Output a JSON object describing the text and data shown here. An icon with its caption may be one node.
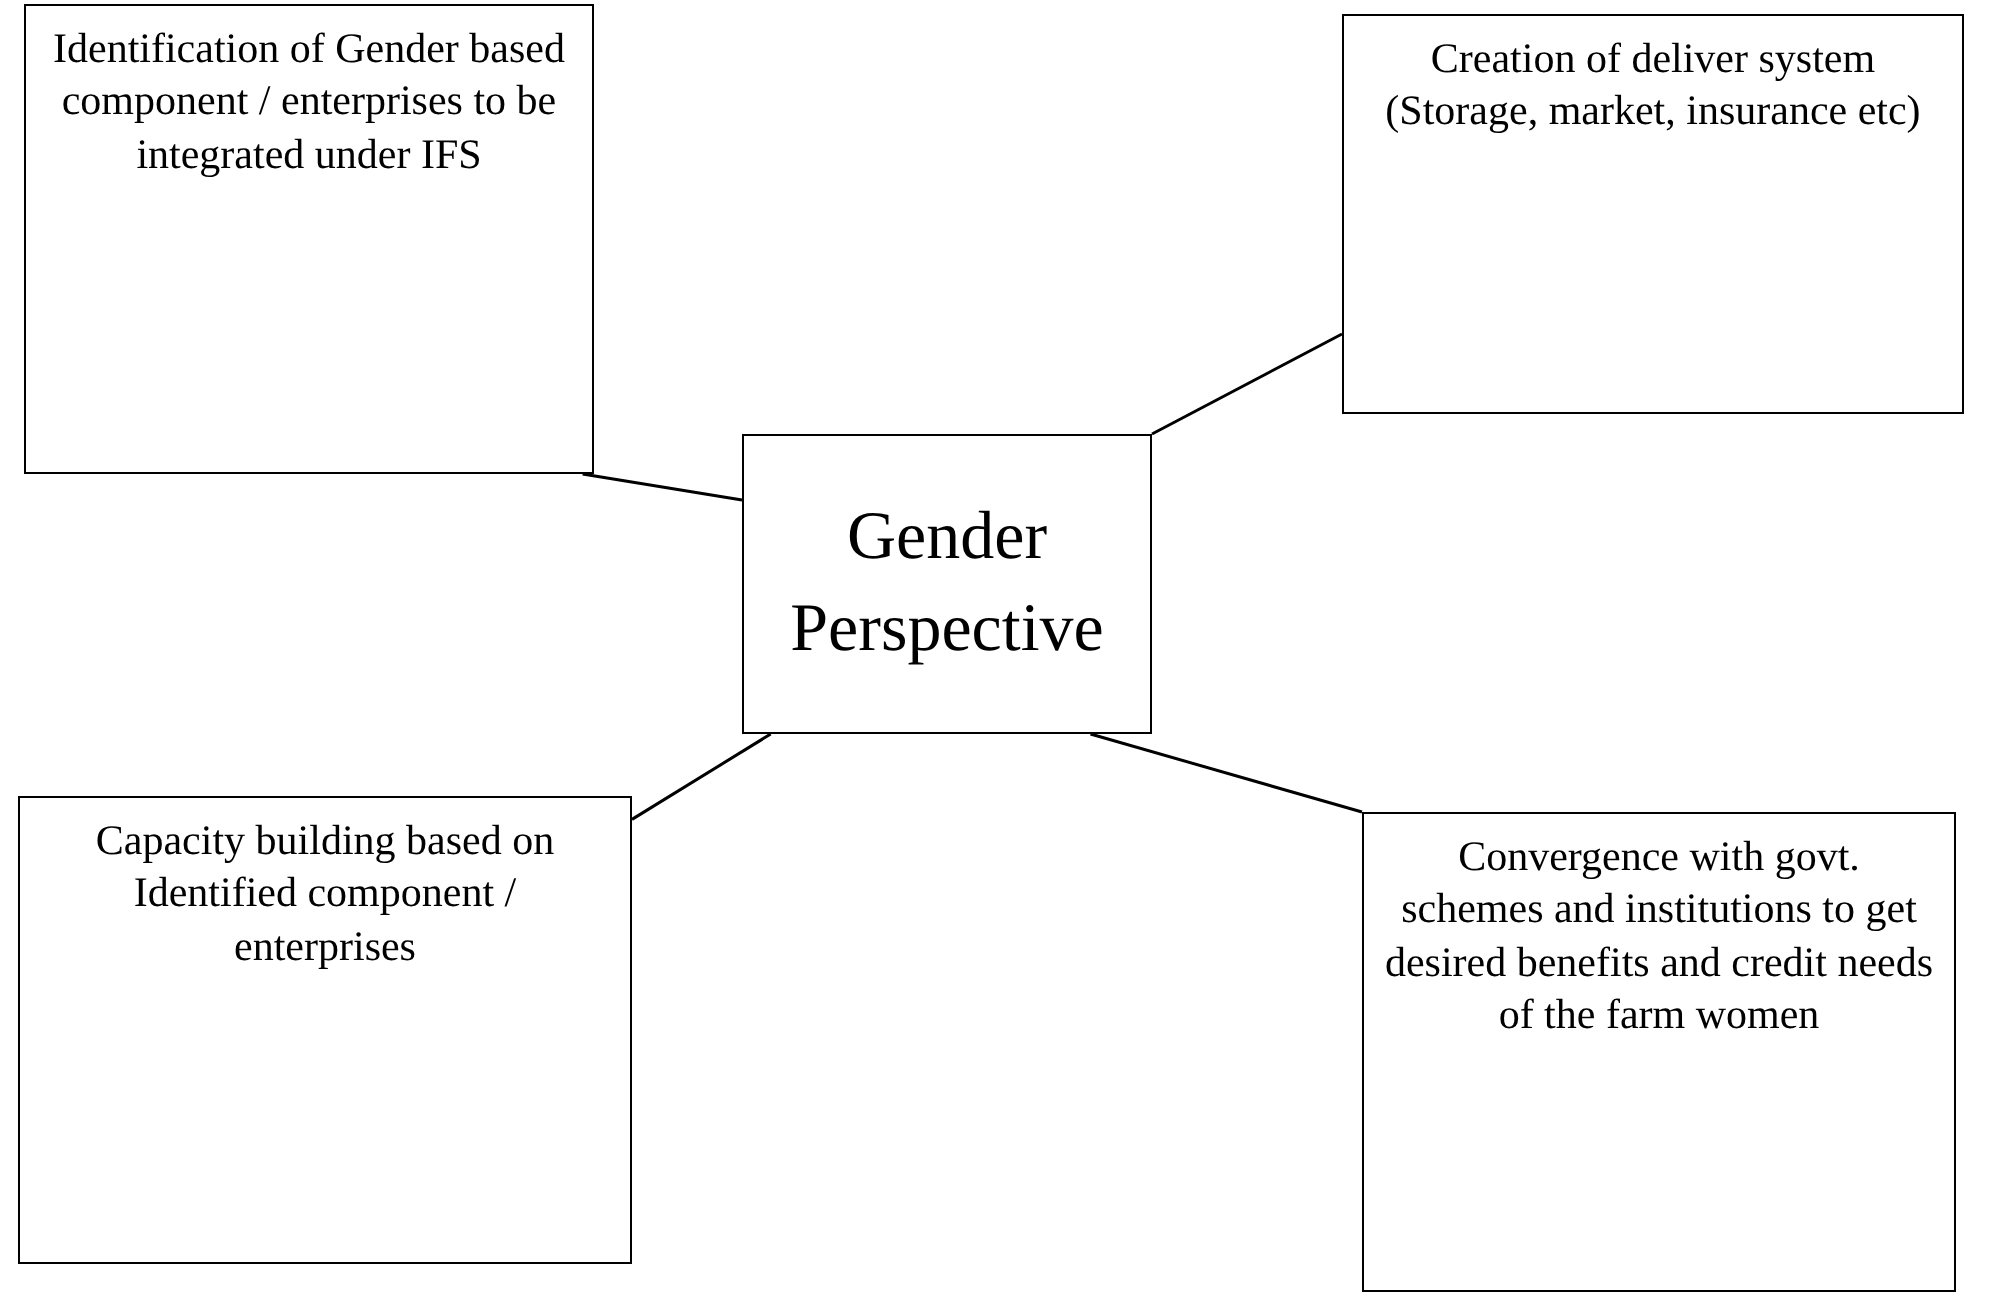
{
  "diagram": {
    "nodes": [
      {
        "text": [
          "Identification of Gender based component / enterprises to be integrated under IFS"
        ]
      },
      {
        "text": [
          "Gender Perspective"
        ]
      },
      {
        "text": [
          "Creation of deliver system (Storage, market, insurance etc)"
        ]
      },
      {
        "text": [
          "Capacity building based on Identified component / enterprises"
        ]
      },
      {
        "text": [
          "Convergence with govt. schemes and institutions to get desired benefits and credit needs of the farm women"
        ]
      }
    ],
    "edges": [
      {
        "from": 0,
        "to": 1,
        "arrow": "none"
      },
      {
        "from": 1,
        "to": 2,
        "arrow": "none"
      },
      {
        "from": 1,
        "to": 3,
        "arrow": "none"
      },
      {
        "from": 1,
        "to": 4,
        "arrow": "none"
      }
    ]
  }
}
